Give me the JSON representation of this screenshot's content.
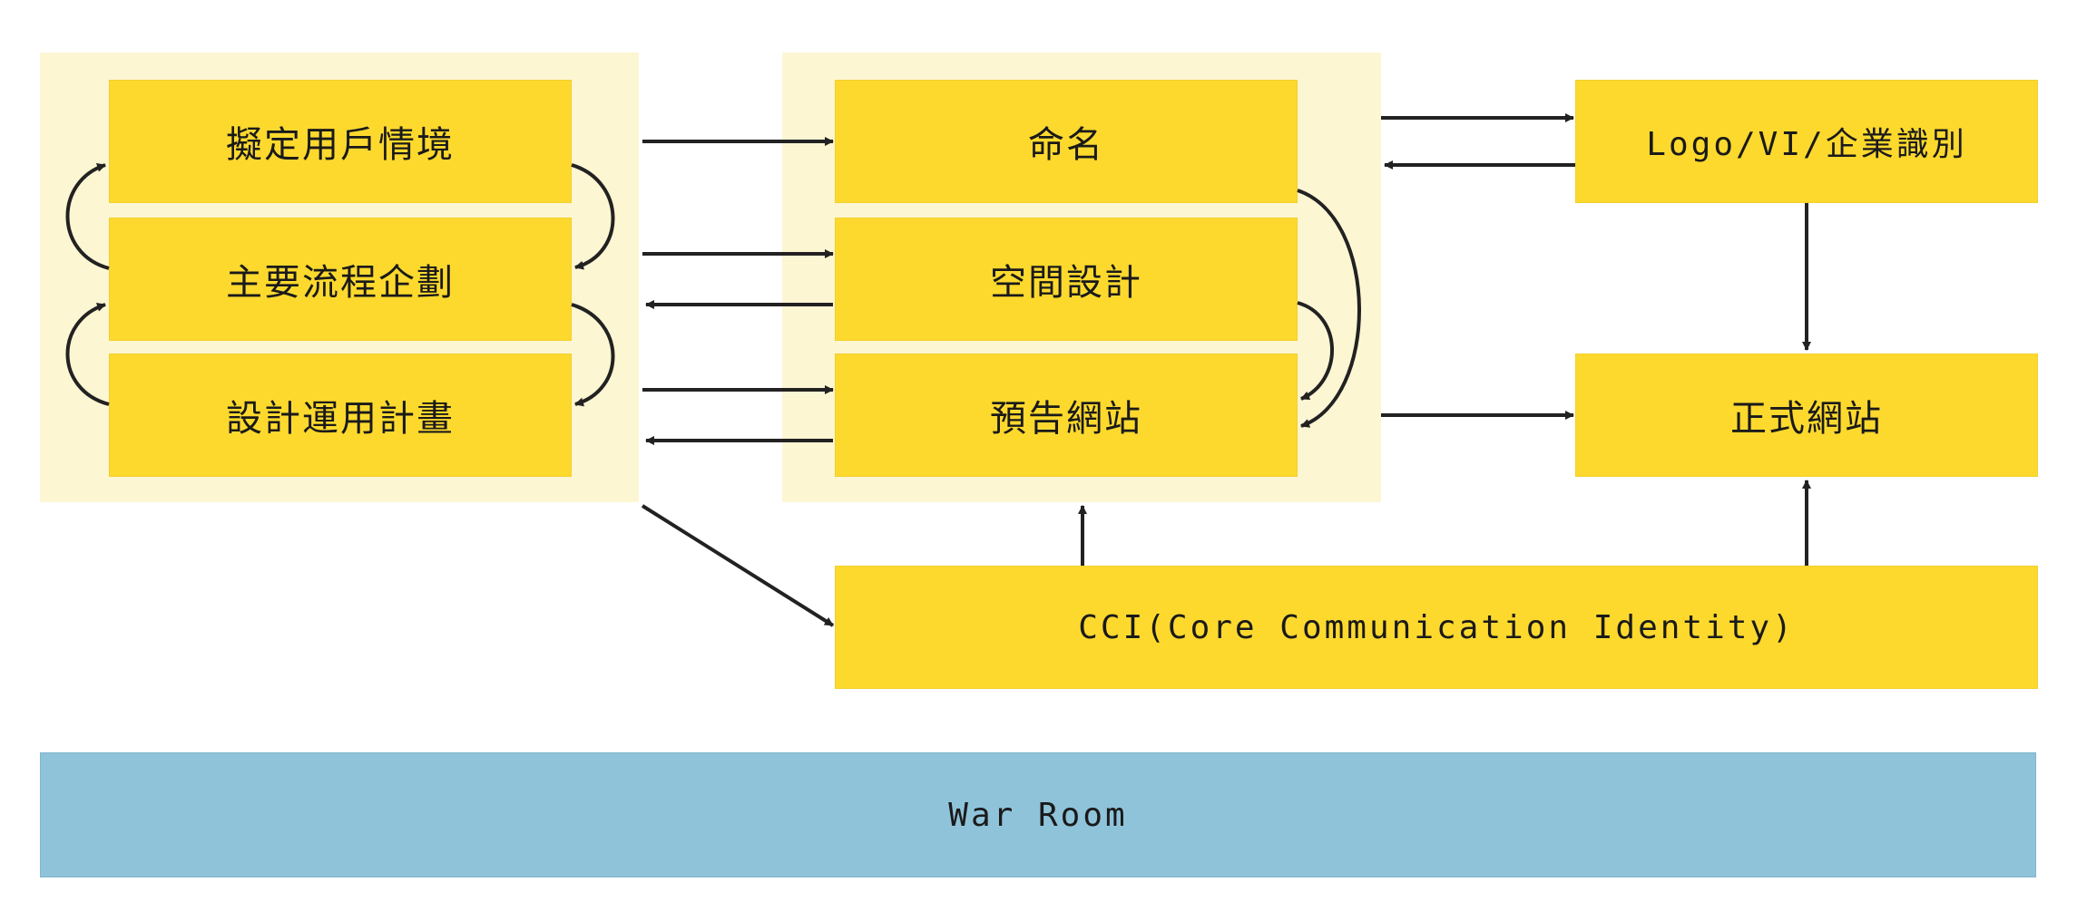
{
  "nodes": {
    "user_scenario": "擬定用戶情境",
    "main_flow": "主要流程企劃",
    "design_plan": "設計運用計畫",
    "naming": "命名",
    "space_design": "空間設計",
    "preview_site": "預告網站",
    "logo_vi": "Logo/VI/企業識別",
    "official_site": "正式網站",
    "cci": "CCI(Core Communication Identity)",
    "war_room": "War Room"
  },
  "colors": {
    "box_fill": "#fdd92e",
    "group_fill": "#fdf6d3",
    "war_room_fill": "#8fc3da",
    "arrow": "#222222"
  }
}
